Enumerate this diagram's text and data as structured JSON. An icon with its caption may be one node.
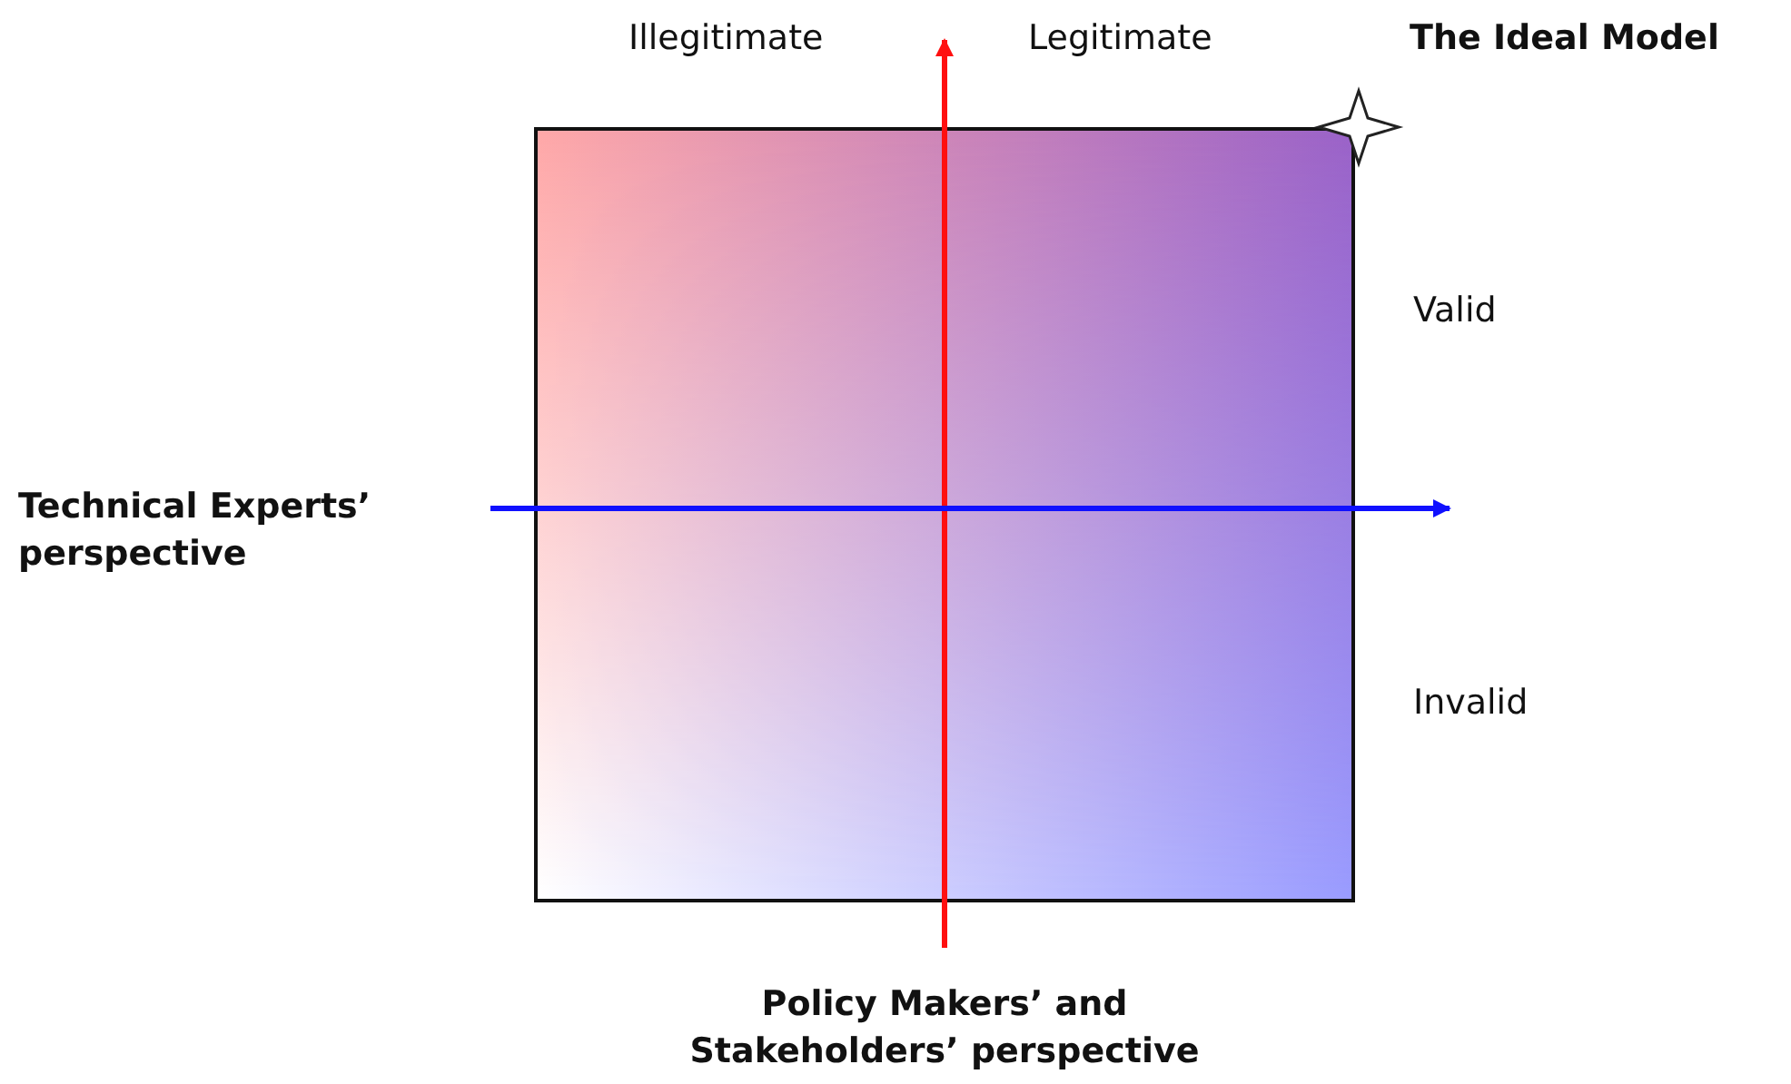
{
  "diagram": {
    "labels": [
      "Illegitimate",
      "Legitimate",
      "The Ideal Model",
      "Valid",
      "Technical Experts’ perspective",
      "Invalid",
      "Policy Makers’ and Stakeholders’ perspective"
    ]
  }
}
